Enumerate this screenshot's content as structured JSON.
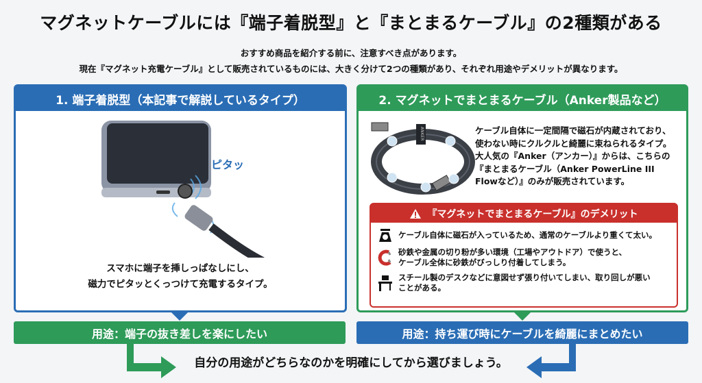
{
  "title": "マグネットケーブルには『端子着脱型』と『まとまるケーブル』の2種類がある",
  "intro": [
    "おすすめ商品を紹介する前に、注意すべき点があります。",
    "現在『マグネット充電ケーブル』として販売されているものには、大きく分けて2つの種類があり、それぞれ用途やデメリットが異なります。"
  ],
  "panel1": {
    "heading": "1. 端子着脱型（本記事で解説しているタイプ）",
    "sound": "ピタッ",
    "caption": [
      "スマホに端子を挿しっぱなしにし、",
      "磁力でピタッとくっつけて充電するタイプ。"
    ]
  },
  "panel2": {
    "heading": "2. マグネットでまとまるケーブル（Anker製品など）",
    "cable_brand": "ANKER",
    "description": [
      "ケーブル自体に一定間隔で磁石が内蔵されており、",
      "使わない時にクルクルと綺麗に束ねられるタイプ。",
      "大人気の『Anker（アンカー）』からは、こちらの",
      "『まとまるケーブル（Anker PowerLine III",
      "Flowなど）』のみが販売されています。"
    ],
    "demerits": {
      "heading": "『マグネットでまとまるケーブル』のデメリット",
      "items": [
        [
          "ケーブル自体に磁石が入っているため、通常のケーブルより重くて太い。"
        ],
        [
          "砂鉄や金属の切り粉が多い環境（工場やアウトドア）で使うと、",
          "ケーブル全体に砂鉄がびっしり付着してしまう。"
        ],
        [
          "スチール製のデスクなどに意図せず張り付いてしまい、取り回しが悪い",
          "ことがある。"
        ]
      ]
    }
  },
  "ribbons": [
    "用途：端子の抜き差しを楽にしたい",
    "用途：持ち運び時にケーブルを綺麗にまとめたい"
  ],
  "conclusion": "自分の用途がどちらなのかを明確にしてから選びましょう。",
  "colors": {
    "blue": "#2a6db5",
    "green": "#2e9b59",
    "red": "#c9302c"
  }
}
